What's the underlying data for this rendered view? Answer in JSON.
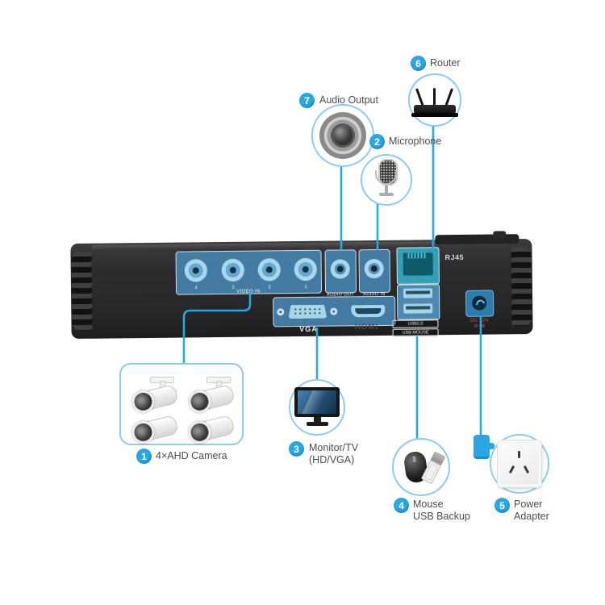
{
  "colors": {
    "accent_blue": "#2aa7e2",
    "halo_border": "#8ecbee",
    "label_text": "#4d4d4d",
    "port_highlight": "#a8d4ea"
  },
  "callouts": {
    "camera": {
      "number": "1",
      "label": "4×AHD Camera"
    },
    "microphone": {
      "number": "2",
      "label": "Microphone"
    },
    "monitor": {
      "number": "3",
      "label_line1": "Monitor/TV",
      "label_line2": "(HD/VGA)"
    },
    "mouse": {
      "number": "4",
      "label_line1": "Mouse",
      "label_line2": "USB Backup"
    },
    "power": {
      "number": "5",
      "label_line1": "Power",
      "label_line2": "Adapter"
    },
    "router": {
      "number": "6",
      "label": "Router"
    },
    "audio_output": {
      "number": "7",
      "label": "Audio Output"
    }
  },
  "device": {
    "ports": {
      "video_in_label": "VIDEO IN",
      "bnc_numbers": [
        "4",
        "3",
        "2",
        "1"
      ],
      "audio_out_label": "AUDIO OUT",
      "audio_in_label": "AUDIO IN",
      "rj45_label": "RJ45",
      "vga_label": "VGA",
      "hdmi_label": "HDMI",
      "usb_label": "USB2.0",
      "usb_mouse_label": "USB MOUSE",
      "dc_label": "DC 12V",
      "dc_polarity": "⊖─⊕"
    }
  }
}
